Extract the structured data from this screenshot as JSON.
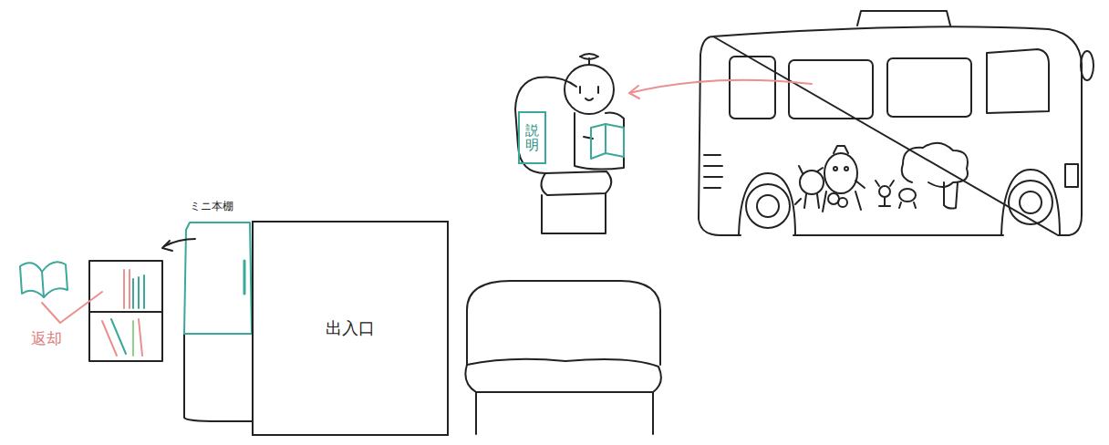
{
  "diagram": {
    "nodes": [
      {
        "text": [
          "説明"
        ]
      },
      {
        "text": [
          "出入口"
        ]
      }
    ],
    "labels": [
      "ミニ本棚",
      "返却"
    ]
  }
}
